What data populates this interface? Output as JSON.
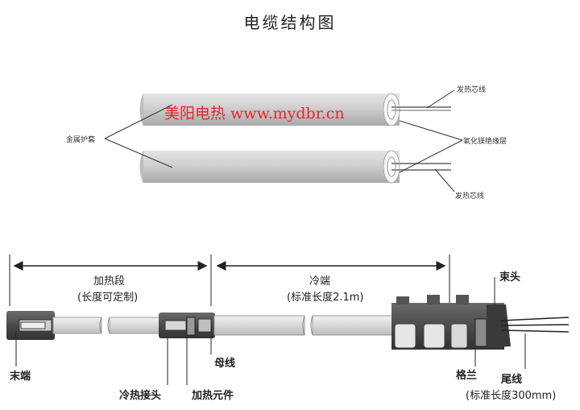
{
  "title": "电缆结构图",
  "top_diagram": {
    "sheath_label": "金属护套",
    "core_label_top": "发热芯线",
    "insulation_label": "氧化镁绝缘层",
    "core_label_bottom": "发热芯线",
    "watermark": "美阳电热 www.mydbr.cn"
  },
  "bottom_diagram": {
    "heating_section": "加热段",
    "heating_section_note": "(长度可定制)",
    "cold_end": "冷端",
    "cold_end_note": "(标准长度2.1m)",
    "end_cap": "末端",
    "cold_hot_joint": "冷热接头",
    "heating_element": "加热元件",
    "bus_wire": "母线",
    "bundle_head": "束头",
    "flange": "格兰",
    "tail_wire": "尾线",
    "tail_wire_note": "(标准长度300mm)"
  },
  "colors": {
    "watermark": "#e8262b",
    "tube_gray": "#c9c9c9",
    "fitting_dark": "#555555"
  }
}
